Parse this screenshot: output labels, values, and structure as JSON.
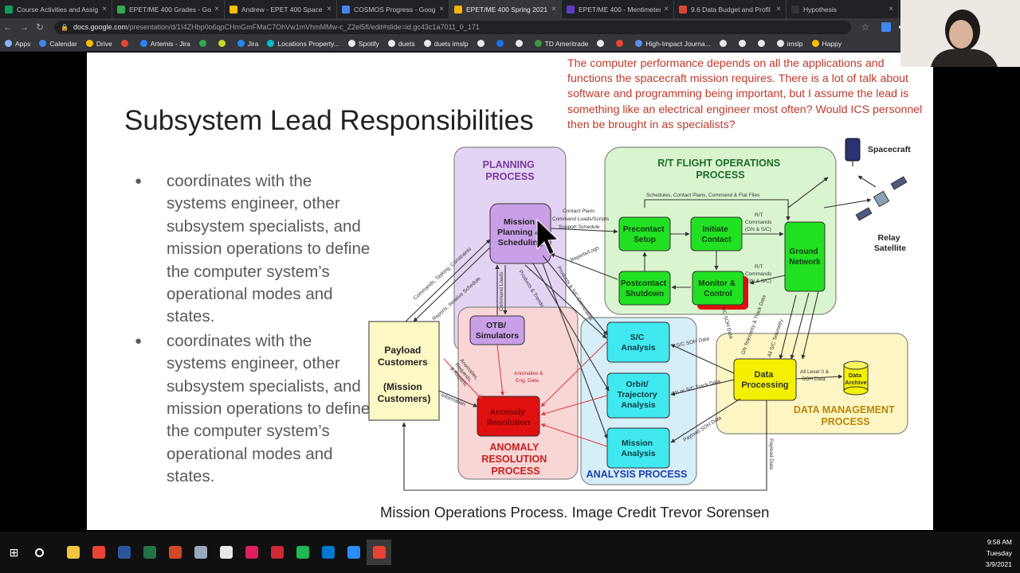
{
  "browser": {
    "tabs": [
      {
        "label": "Course Activities and Assig",
        "color": "#0f9d58",
        "active": false
      },
      {
        "label": "EPET/ME 400 Grades - Goo",
        "color": "#34a853",
        "active": false
      },
      {
        "label": "Andrew - EPET 400 Space",
        "color": "#fbbc04",
        "active": false
      },
      {
        "label": "COSMOS Progress - Googl",
        "color": "#4285f4",
        "active": false
      },
      {
        "label": "EPET/ME 400 Spring 2021",
        "color": "#f4b400",
        "active": true
      },
      {
        "label": "EPET/ME 400 - Mentimeter",
        "color": "#5f3dc4",
        "active": false
      },
      {
        "label": "9.6 Data Budget and Profil",
        "color": "#db4437",
        "active": false
      },
      {
        "label": "Hypothesis",
        "color": "#333333",
        "active": false
      }
    ],
    "url_host": "docs.google.com",
    "url_path": "/presentation/d/1I4ZHbp0o6qpCHmGmFMaC7OhVw1mVhmMMw-c_Z2el5fI/edit#slide=id.gc43c1a7011_0_171",
    "bookmarks": [
      {
        "label": "Apps",
        "color": "#8ab4f8"
      },
      {
        "label": "Calendar",
        "color": "#4285f4"
      },
      {
        "label": "Drive",
        "color": "#fbbc04"
      },
      {
        "label": "",
        "color": "#ea4335"
      },
      {
        "label": "Artemis - Jira",
        "color": "#2684ff"
      },
      {
        "label": "",
        "color": "#34a853"
      },
      {
        "label": "",
        "color": "#c6d92b"
      },
      {
        "label": "Jira",
        "color": "#2684ff"
      },
      {
        "label": "Locations Property...",
        "color": "#00bcd4"
      },
      {
        "label": "Spotify",
        "color": "#e8eaed"
      },
      {
        "label": "duets",
        "color": "#e8eaed"
      },
      {
        "label": "duets imslp",
        "color": "#e8eaed"
      },
      {
        "label": "",
        "color": "#e8eaed"
      },
      {
        "label": "",
        "color": "#1a73e8"
      },
      {
        "label": "",
        "color": "#e8eaed"
      },
      {
        "label": "TD Ameritrade",
        "color": "#3c9a3c"
      },
      {
        "label": "",
        "color": "#e8eaed"
      },
      {
        "label": "",
        "color": "#ea4335"
      },
      {
        "label": "High-Impact Journa...",
        "color": "#5b8def"
      },
      {
        "label": "",
        "color": "#e8eaed"
      },
      {
        "label": "",
        "color": "#e8eaed"
      },
      {
        "label": "",
        "color": "#e8eaed"
      },
      {
        "label": "imslp",
        "color": "#e8eaed"
      },
      {
        "label": "Happy",
        "color": "#fbbc04"
      }
    ]
  },
  "slide": {
    "title": "Subsystem Lead Responsibilities",
    "bullets": [
      "coordinates with the systems engineer, other subsystem specialists, and mission operations to define the computer system’s operational modes and states.",
      "coordinates with the systems engineer, other subsystem specialists, and mission operations to define the computer system’s operational modes and states."
    ],
    "comment": "The computer performance depends on all the applications and functions the spacecraft mission requires. There is a lot of talk about software and programming being important, but I assume the lead is something like an electrical engineer most often? Would ICS personnel then be brought in as specialists?",
    "caption": "Mission Operations Process. Image Credit Trevor Sorensen"
  },
  "diagram": {
    "regions": {
      "planning": [
        "PLANNING",
        "PROCESS"
      ],
      "rt_flight": [
        "R/T FLIGHT OPERATIONS",
        "PROCESS"
      ],
      "anomaly": [
        "ANOMALY",
        "RESOLUTION",
        "PROCESS"
      ],
      "analysis": [
        "ANALYSIS PROCESS"
      ],
      "data_mgmt": [
        "DATA MANAGEMENT",
        "PROCESS"
      ]
    },
    "boxes": {
      "mission_planning": [
        "Mission",
        "Planning &",
        "Scheduling"
      ],
      "otb_sim": [
        "OTB/",
        "Simulators"
      ],
      "preconact": [
        "Precontact",
        "Setup"
      ],
      "initiate": [
        "Initiate",
        "Contact"
      ],
      "ground": [
        "Ground",
        "Network"
      ],
      "postcontact": [
        "Postcontact",
        "Shutdown"
      ],
      "monitor": [
        "Monitor &",
        "Control"
      ],
      "payload": [
        "Payload",
        "Customers",
        "",
        "(Mission",
        "Customers)"
      ],
      "anomaly_res": [
        "Anomaly",
        "Resolution"
      ],
      "sc_analysis": [
        "S/C",
        "Analysis"
      ],
      "orbit": [
        "Orbit/",
        "Trajectory",
        "Analysis"
      ],
      "mission_analysis": [
        "Mission",
        "Analysis"
      ],
      "data_proc": [
        "Data",
        "Processing"
      ],
      "data_archive": [
        "Data",
        "Archive"
      ]
    },
    "labels": {
      "spacecraft": "Spacecraft",
      "relay": [
        "Relay",
        "Satellite"
      ],
      "schedules": "Schedules, Contact Plans, Command & Flat Files",
      "contact_plans": [
        "Contact Plans",
        "Command Loads/Scripts",
        "Support Schedule"
      ],
      "rt_commands_1": [
        "R/T",
        "Commands",
        "(GN & S/C)"
      ],
      "rt_commands_2": [
        "R/T",
        "Commands",
        "(GN & S/C)"
      ],
      "commands_tasking": "Commands, Tasking, Constraints",
      "reports_schedule": "Reports, Iterative Schedule",
      "command_loads": "Command Loads",
      "products_trends": "Products & Trends",
      "reports_logs": "Reports/Logs",
      "products_sc": "Products & S/C Constraints",
      "anomalies_requests": [
        "Anomalies,",
        "Requests,",
        "& Reports"
      ],
      "anomalies_eng": [
        "Anomalies &",
        "Eng. Data"
      ],
      "information": "Information",
      "sc_soh": "S/C SOH Data",
      "gn_track": "GN or S/C Track Data",
      "payload_soh": "Payload SOH Data",
      "all_level": [
        "All Level 0 &",
        "SOH Data"
      ],
      "payload_data": "Payload Data",
      "gn_telemetry": "GN Telemetry & Track Data",
      "all_sc_telemetry": "All S/C Telemetry",
      "sc_soh_data": "S/C SOH Data"
    }
  },
  "taskbar": {
    "time": "9:58 AM",
    "day": "Tuesday",
    "date": "3/9/2021",
    "apps": [
      {
        "name": "file-explorer",
        "color": "#f4c542"
      },
      {
        "name": "chrome",
        "color": "#ea4335"
      },
      {
        "name": "word",
        "color": "#2b579a"
      },
      {
        "name": "excel",
        "color": "#217346"
      },
      {
        "name": "powerpoint",
        "color": "#d24726"
      },
      {
        "name": "snipping",
        "color": "#9ab"
      },
      {
        "name": "acrobat",
        "color": "#e8e8e8"
      },
      {
        "name": "slack",
        "color": "#e01e5a"
      },
      {
        "name": "zotero",
        "color": "#cc2936"
      },
      {
        "name": "spotify",
        "color": "#1db954"
      },
      {
        "name": "outlook",
        "color": "#0078d4"
      },
      {
        "name": "zoom",
        "color": "#2d8cff"
      },
      {
        "name": "chrome-active",
        "color": "#ea4335"
      }
    ]
  }
}
